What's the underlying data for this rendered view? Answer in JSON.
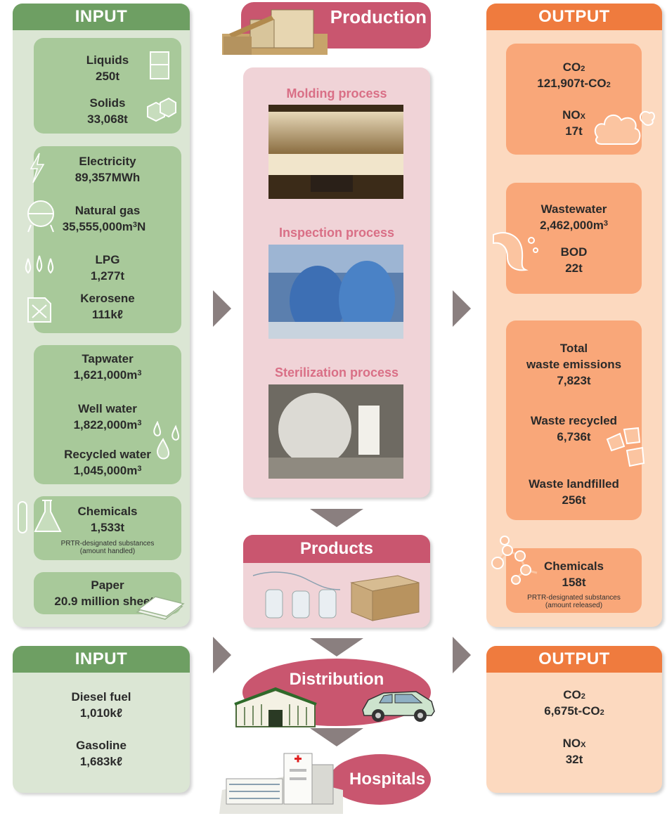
{
  "production": {
    "title": "Production"
  },
  "input": {
    "header": "INPUT",
    "liquids": {
      "label": "Liquids",
      "value": "250t"
    },
    "solids": {
      "label": "Solids",
      "value": "33,068t"
    },
    "electricity": {
      "label": "Electricity",
      "value": "89,357MWh"
    },
    "natural_gas": {
      "label": "Natural gas",
      "value": "35,555,000m",
      "sup": "3",
      "unit": "N"
    },
    "lpg": {
      "label": "LPG",
      "value": "1,277t"
    },
    "kerosene": {
      "label": "Kerosene",
      "value": "111kℓ"
    },
    "tapwater": {
      "label": "Tapwater",
      "value": "1,621,000m",
      "sup": "3"
    },
    "well_water": {
      "label": "Well water",
      "value": "1,822,000m",
      "sup": "3"
    },
    "recycled_water": {
      "label": "Recycled water",
      "value": "1,045,000m",
      "sup": "3"
    },
    "chemicals": {
      "label": "Chemicals",
      "value": "1,533t",
      "note1": "PRTR-designated substances",
      "note2": "(amount handled)"
    },
    "paper": {
      "label": "Paper",
      "value": "20.9 million sheets"
    }
  },
  "process": {
    "molding": "Molding process",
    "inspection": "Inspection process",
    "sterilization": "Sterilization process"
  },
  "products": {
    "title": "Products"
  },
  "output": {
    "header": "OUTPUT",
    "co2": {
      "label": "CO",
      "label_sub": "2",
      "value": "121,907t-CO",
      "value_sub": "2"
    },
    "nox": {
      "label": "NO",
      "label_sub": "X",
      "value": "17t"
    },
    "wastewater": {
      "label": "Wastewater",
      "value": "2,462,000m",
      "sup": "3"
    },
    "bod": {
      "label": "BOD",
      "value": "22t"
    },
    "waste_total": {
      "label1": "Total",
      "label2": "waste emissions",
      "value": "7,823t"
    },
    "waste_recycled": {
      "label": "Waste recycled",
      "value": "6,736t"
    },
    "waste_landfilled": {
      "label": "Waste landfilled",
      "value": "256t"
    },
    "chemicals": {
      "label": "Chemicals",
      "value": "158t",
      "note1": "PRTR-designated substances",
      "note2": "(amount released)"
    }
  },
  "dist_input": {
    "header": "INPUT",
    "diesel": {
      "label": "Diesel fuel",
      "value": "1,010kℓ"
    },
    "gasoline": {
      "label": "Gasoline",
      "value": "1,683kℓ"
    }
  },
  "distribution": {
    "title": "Distribution"
  },
  "hospitals": {
    "title": "Hospitals"
  },
  "dist_output": {
    "header": "OUTPUT",
    "co2": {
      "label": "CO",
      "label_sub": "2",
      "value": "6,675t-CO",
      "value_sub": "2"
    },
    "nox": {
      "label": "NO",
      "label_sub": "X",
      "value": "32t"
    }
  },
  "colors": {
    "input_green": "#6e9f63",
    "output_orange": "#ef7b3e",
    "pink": "#c9566f"
  }
}
